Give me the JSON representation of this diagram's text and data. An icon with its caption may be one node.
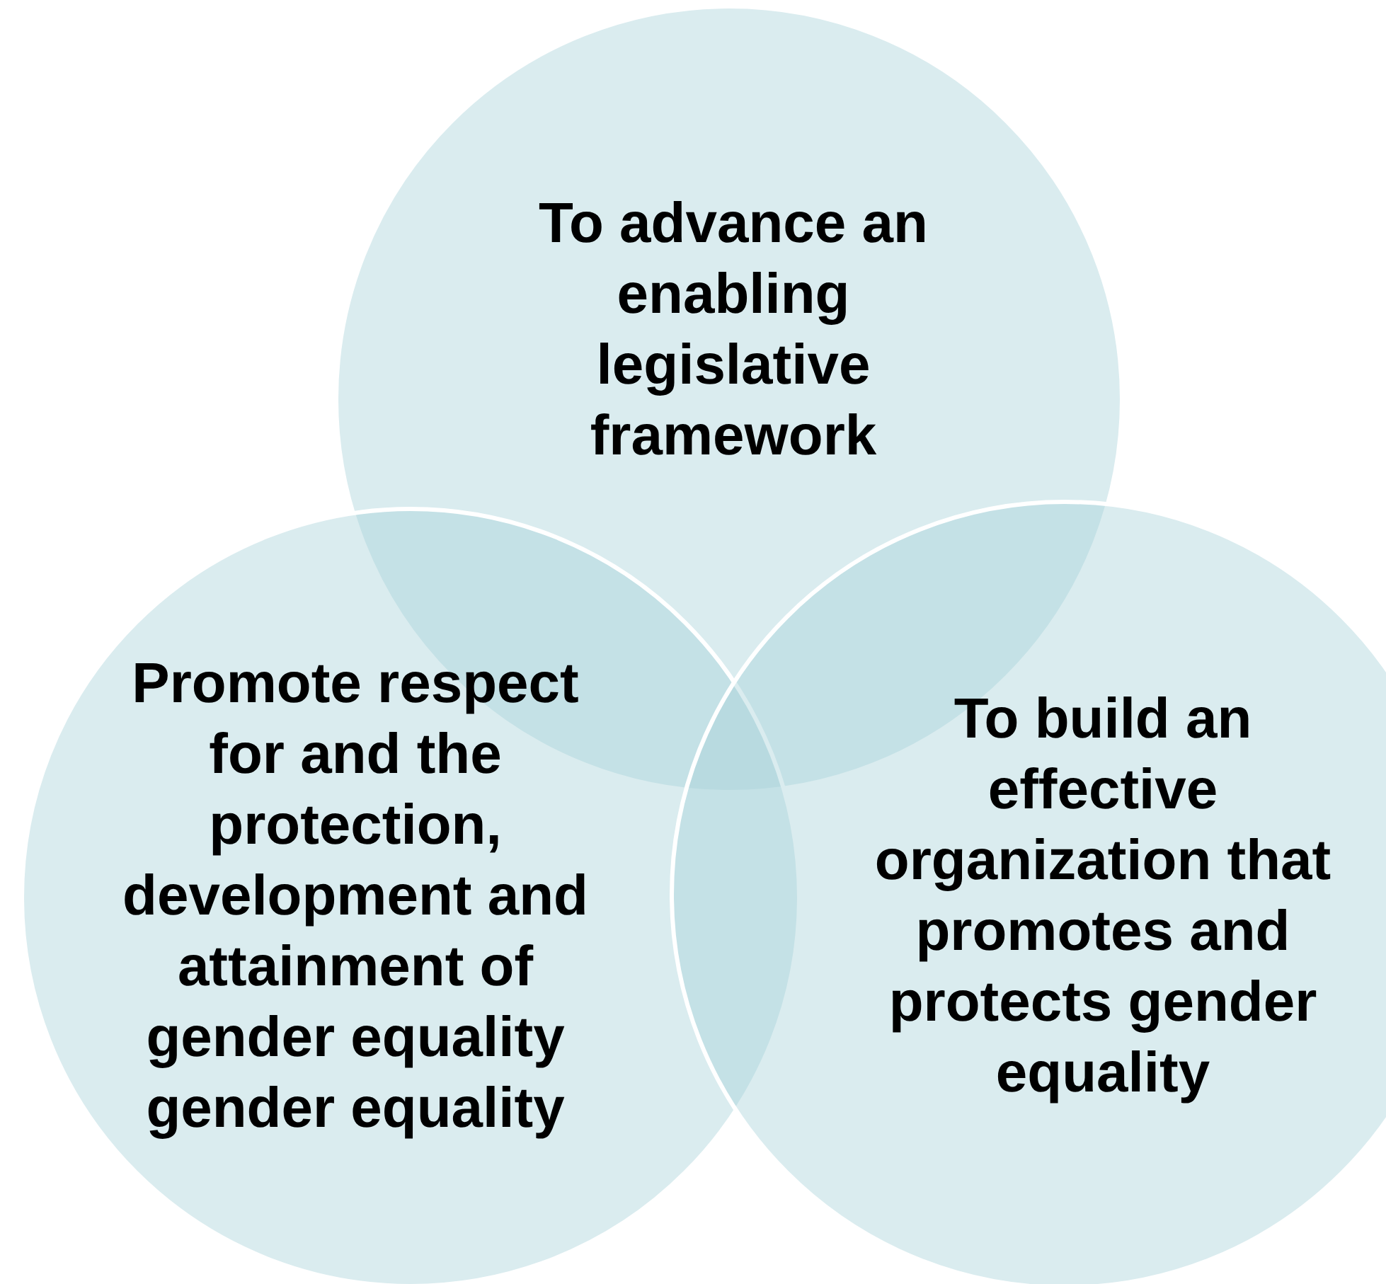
{
  "diagram": {
    "nodes": [
      {
        "text": [
          "To advance an enabling legislative framework"
        ]
      },
      {
        "text": [
          "Promote respect for and the protection, development and attainment of gender equality gender equality"
        ]
      },
      {
        "text": [
          "To build an effective organization that promotes and protects gender equality"
        ]
      }
    ]
  }
}
